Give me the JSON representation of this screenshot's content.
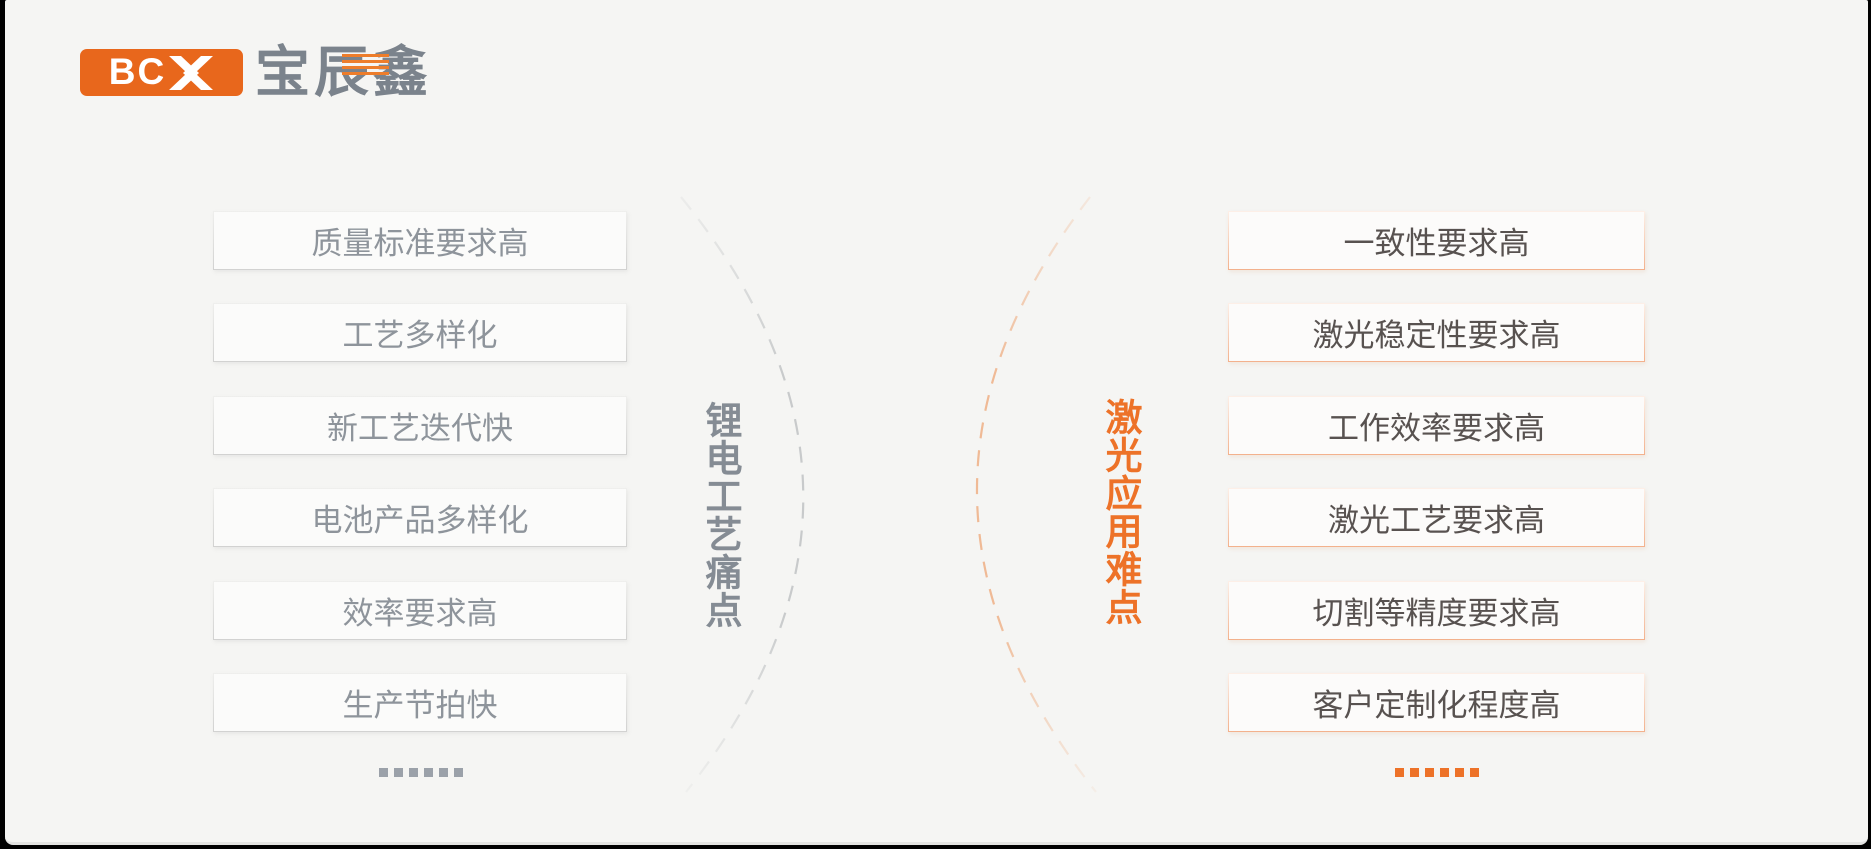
{
  "page": {
    "background_color": "#f5f5f3",
    "frame_color": "#000000"
  },
  "logo": {
    "badge_text": "BC",
    "badge_color": "#e8671c",
    "chevron_icon": "double-chevron-x",
    "company_name": "宝辰鑫",
    "accent_color": "#ed7d2b"
  },
  "left_panel": {
    "title": "锂电工艺痛点",
    "title_color": "#858c94",
    "items": [
      "质量标准要求高",
      "工艺多样化",
      "新工艺迭代快",
      "电池产品多样化",
      "效率要求高",
      "生产节拍快"
    ],
    "ellipsis": "......"
  },
  "right_panel": {
    "title": "激光应用难点",
    "title_color": "#ed7228",
    "items": [
      "一致性要求高",
      "激光稳定性要求高",
      "工作效率要求高",
      "激光工艺要求高",
      "切割等精度要求高",
      "客户定制化程度高"
    ],
    "ellipsis": "......"
  }
}
